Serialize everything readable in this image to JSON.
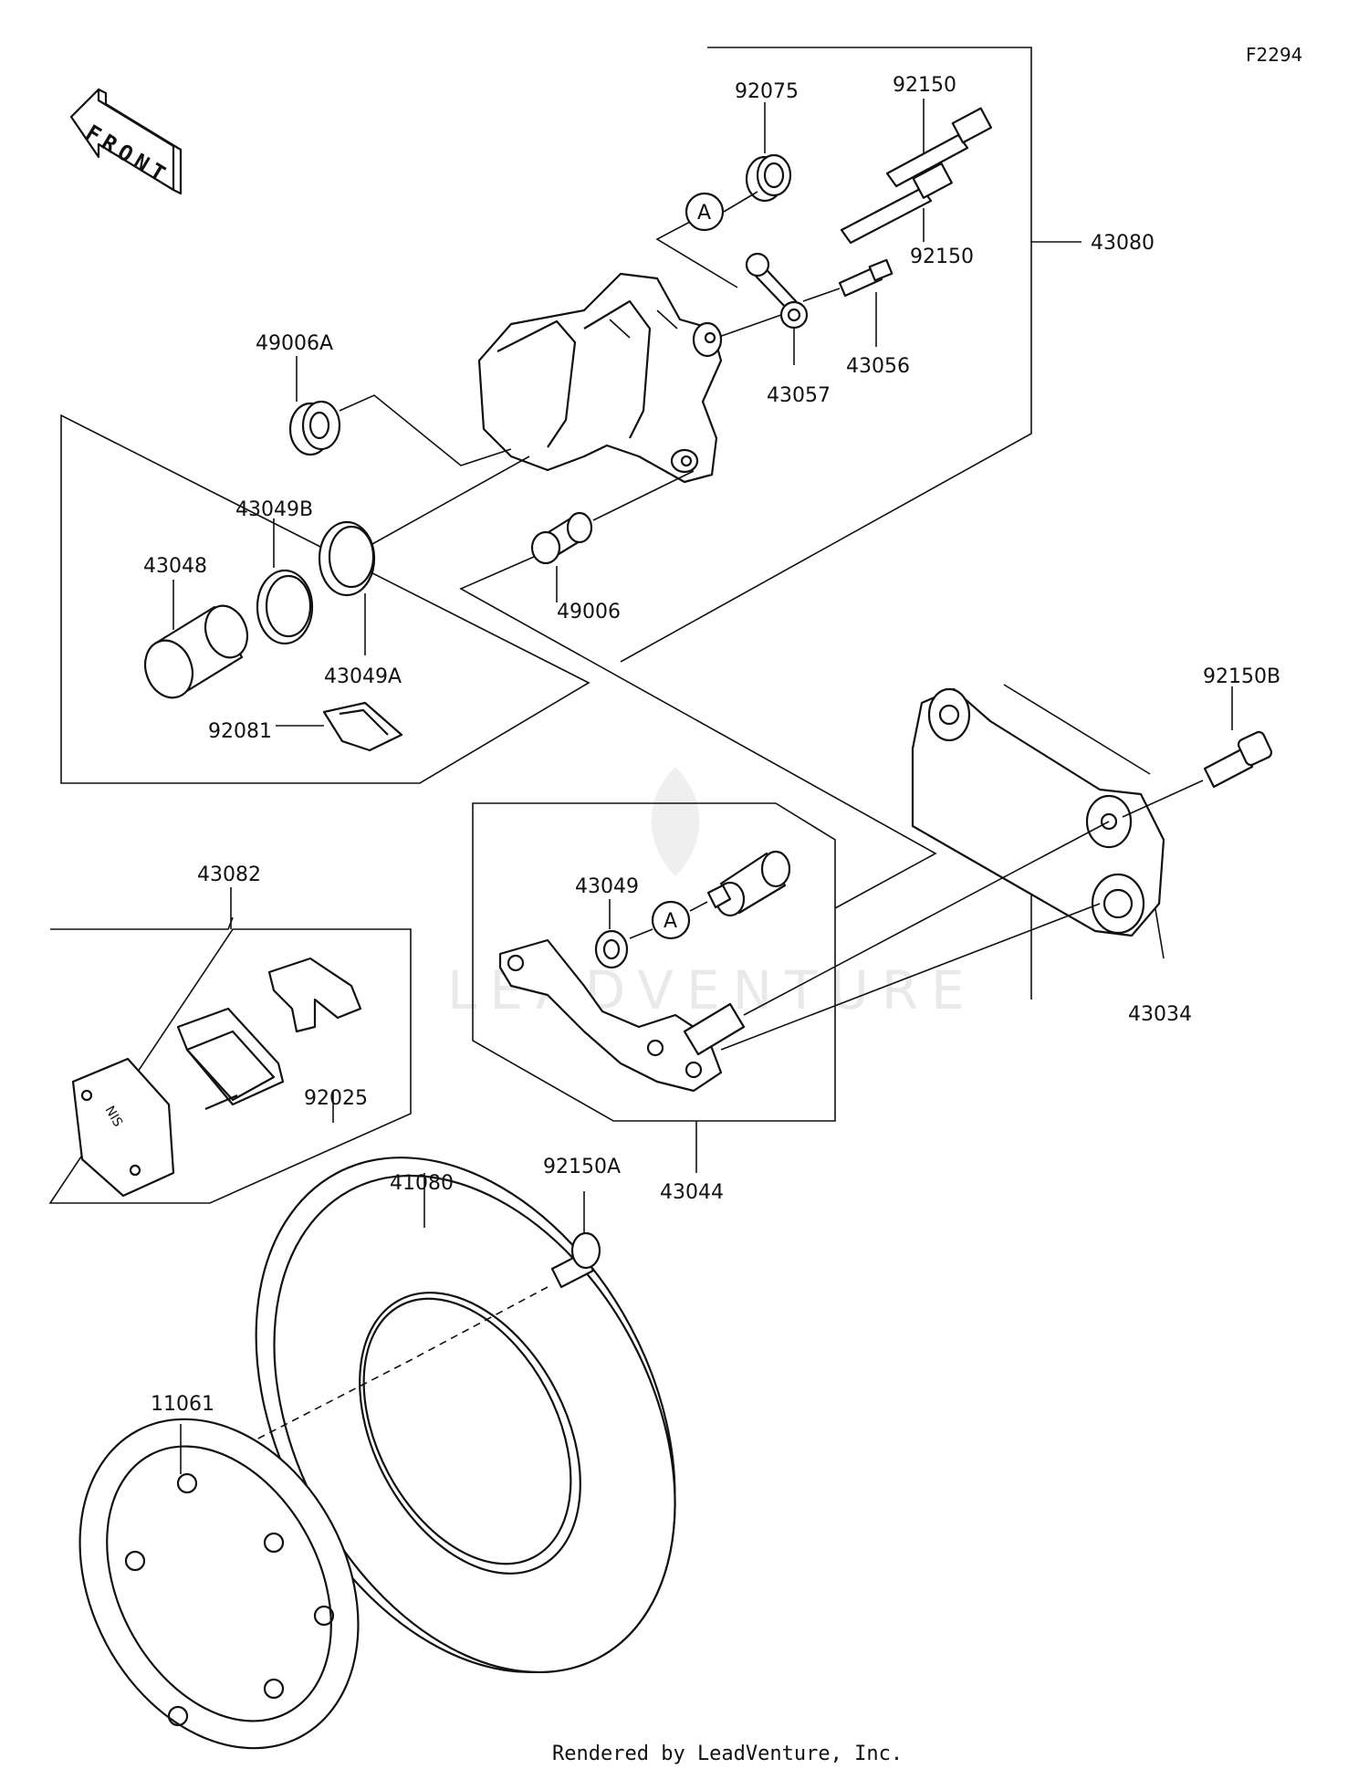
{
  "figure_id": "F2294",
  "front_label": "FRONT",
  "watermark": "LEADVENTURE",
  "footer": "Rendered by LeadVenture, Inc.",
  "callout_letter": "A",
  "pad_text": "NIS",
  "parts": {
    "p92075": "92075",
    "p92150_top": "92150",
    "p92150_mid": "92150",
    "p43080": "43080",
    "p49006A": "49006A",
    "p43057": "43057",
    "p43056": "43056",
    "p43049B": "43049B",
    "p43048": "43048",
    "p49006": "49006",
    "p43049A": "43049A",
    "p92081": "92081",
    "p92150B": "92150B",
    "p43082": "43082",
    "p43049": "43049",
    "p43034": "43034",
    "p92025": "92025",
    "p41080": "41080",
    "p92150A": "92150A",
    "p43044": "43044",
    "p11061": "11061"
  }
}
